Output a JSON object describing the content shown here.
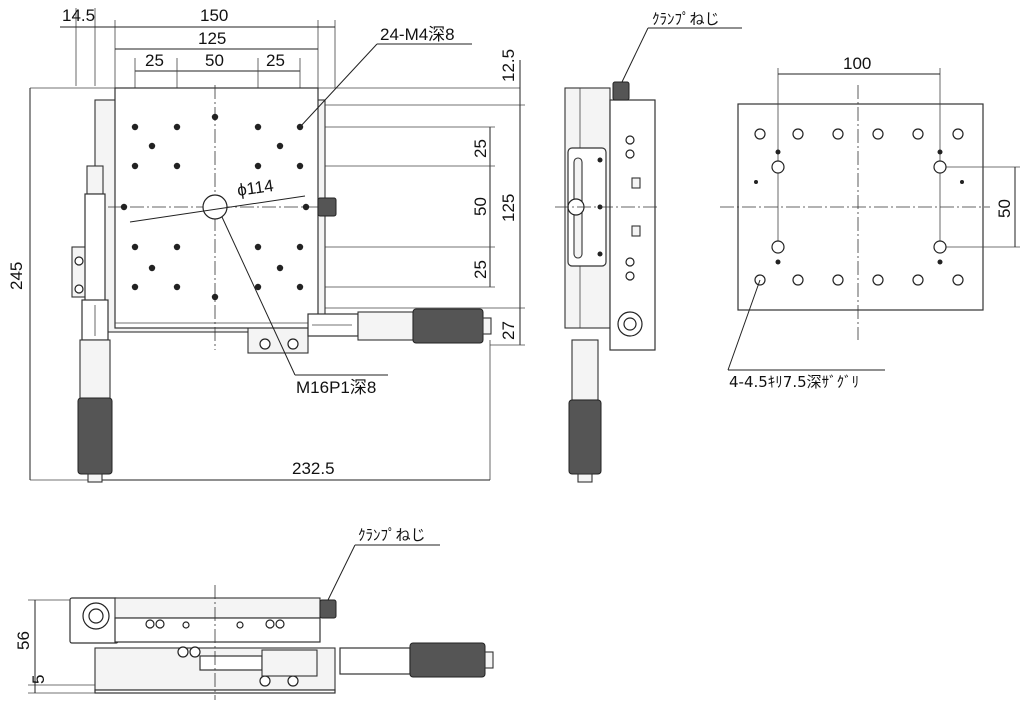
{
  "top_view": {
    "dimensions": {
      "d_14_5": "14.5",
      "d_150": "150",
      "d_125": "125",
      "d_25_left": "25",
      "d_50": "50",
      "d_25_right": "25",
      "d_12_5": "12.5",
      "d_25_upper": "25",
      "d_50_mid": "50",
      "d_125_right": "125",
      "d_25_lower": "25",
      "d_27": "27",
      "d_245": "245",
      "d_232_5": "232.5",
      "d_phi114": "ϕ114"
    },
    "callouts": {
      "tapped_holes": "24-M4深8",
      "center_thread": "M16P1深8"
    }
  },
  "side_view": {
    "callout_clamp": "ｸﾗﾝﾌﾟねじ"
  },
  "bottom_view": {
    "dimensions": {
      "d_100": "100",
      "d_50": "50"
    },
    "callout_counterbore": "4-4.5ｷﾘ7.5深ｻﾞｸﾞﾘ"
  },
  "front_view": {
    "callout_clamp": "ｸﾗﾝﾌﾟねじ",
    "dimensions": {
      "d_56": "56",
      "d_5": "5"
    }
  },
  "colors": {
    "line": "#222222",
    "knurl": "#555555",
    "background": "#ffffff"
  }
}
